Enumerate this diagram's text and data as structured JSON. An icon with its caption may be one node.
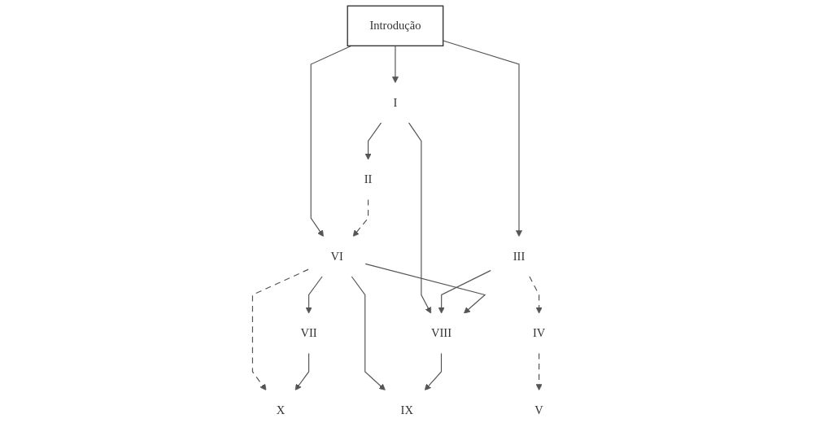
{
  "diagram": {
    "nodes": [
      {
        "text": [
          "Introdução"
        ]
      },
      {
        "text": [
          "I"
        ]
      },
      {
        "text": [
          "II"
        ]
      },
      {
        "text": [
          "III"
        ]
      },
      {
        "text": [
          "IV"
        ]
      },
      {
        "text": [
          "V"
        ]
      },
      {
        "text": [
          "VI"
        ]
      },
      {
        "text": [
          "VII"
        ]
      },
      {
        "text": [
          "VIII"
        ]
      },
      {
        "text": [
          "IX"
        ]
      },
      {
        "text": [
          "X"
        ]
      }
    ],
    "edges": [
      {
        "from": 0,
        "to": 1,
        "arrow": "to"
      },
      {
        "from": 0,
        "to": 3,
        "arrow": "to"
      },
      {
        "from": 0,
        "to": 6,
        "arrow": "to"
      },
      {
        "from": 1,
        "to": 2,
        "arrow": "to"
      },
      {
        "from": 1,
        "to": 8,
        "arrow": "to"
      },
      {
        "from": 2,
        "to": 6,
        "arrow": "to",
        "style": "dashed"
      },
      {
        "from": 3,
        "to": 4,
        "arrow": "to",
        "style": "dashed"
      },
      {
        "from": 3,
        "to": 8,
        "arrow": "to"
      },
      {
        "from": 4,
        "to": 5,
        "arrow": "to",
        "style": "dashed"
      },
      {
        "from": 6,
        "to": 7,
        "arrow": "to"
      },
      {
        "from": 6,
        "to": 8,
        "arrow": "to"
      },
      {
        "from": 6,
        "to": 9,
        "arrow": "to"
      },
      {
        "from": 6,
        "to": 10,
        "arrow": "to",
        "style": "dashed"
      },
      {
        "from": 7,
        "to": 10,
        "arrow": "to"
      },
      {
        "from": 8,
        "to": 9,
        "arrow": "to"
      }
    ]
  }
}
